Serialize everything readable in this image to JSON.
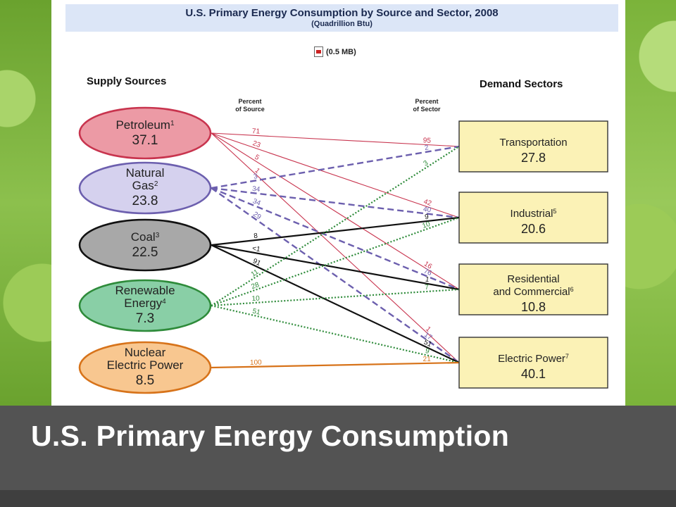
{
  "header": {
    "title": "U.S. Primary Energy Consumption by Source and Sector, 2008",
    "subtitle": "(Quadrillion Btu)",
    "pdf_label": "(0.5 MB)"
  },
  "columns": {
    "supply": "Supply Sources",
    "demand": "Demand Sectors",
    "pct_source": [
      "Percent",
      "of Source"
    ],
    "pct_sector": [
      "Percent",
      "of Sector"
    ]
  },
  "sources": [
    {
      "name": [
        "Petroleum"
      ],
      "sup": "1",
      "value": "37.1",
      "fill": "#ec9aa5",
      "color": "#c8344e"
    },
    {
      "name": [
        "Natural",
        "Gas"
      ],
      "sup": "2",
      "value": "23.8",
      "fill": "#d5d1ee",
      "color": "#6c5fae"
    },
    {
      "name": [
        "Coal"
      ],
      "sup": "3",
      "value": "22.5",
      "fill": "#a8a8a8",
      "color": "#111111"
    },
    {
      "name": [
        "Renewable",
        "Energy"
      ],
      "sup": "4",
      "value": "7.3",
      "fill": "#89cfa6",
      "color": "#2e8b3a"
    },
    {
      "name": [
        "Nuclear",
        "Electric Power"
      ],
      "sup": "",
      "value": "8.5",
      "fill": "#f8c790",
      "color": "#d7731a"
    }
  ],
  "sectors": [
    {
      "name": [
        "Transportation"
      ],
      "sup": "",
      "value": "27.8"
    },
    {
      "name": [
        "Industrial"
      ],
      "sup": "5",
      "value": "20.6"
    },
    {
      "name": [
        "Residential",
        "and Commercial"
      ],
      "sup": "6",
      "value": "10.8"
    },
    {
      "name": [
        "Electric Power"
      ],
      "sup": "7",
      "value": "40.1"
    }
  ],
  "sector_fill": "#fbf2b6",
  "flows": [
    {
      "source": 0,
      "sector": 0,
      "pct_source": "71",
      "pct_sector": "95"
    },
    {
      "source": 0,
      "sector": 1,
      "pct_source": "23",
      "pct_sector": "42"
    },
    {
      "source": 0,
      "sector": 2,
      "pct_source": "5",
      "pct_sector": "16"
    },
    {
      "source": 0,
      "sector": 3,
      "pct_source": "1",
      "pct_sector": "1"
    },
    {
      "source": 1,
      "sector": 0,
      "pct_source": "3",
      "pct_sector": "2"
    },
    {
      "source": 1,
      "sector": 1,
      "pct_source": "34",
      "pct_sector": "40"
    },
    {
      "source": 1,
      "sector": 2,
      "pct_source": "34",
      "pct_sector": "76"
    },
    {
      "source": 1,
      "sector": 3,
      "pct_source": "29",
      "pct_sector": "17"
    },
    {
      "source": 2,
      "sector": 1,
      "pct_source": "8",
      "pct_sector": "9"
    },
    {
      "source": 2,
      "sector": 2,
      "pct_source": "<1",
      "pct_sector": "1"
    },
    {
      "source": 2,
      "sector": 3,
      "pct_source": "91",
      "pct_sector": "51"
    },
    {
      "source": 3,
      "sector": 0,
      "pct_source": "11",
      "pct_sector": "3"
    },
    {
      "source": 3,
      "sector": 1,
      "pct_source": "28",
      "pct_sector": "10"
    },
    {
      "source": 3,
      "sector": 2,
      "pct_source": "10",
      "pct_sector": "7"
    },
    {
      "source": 3,
      "sector": 3,
      "pct_source": "51",
      "pct_sector": "9"
    },
    {
      "source": 4,
      "sector": 3,
      "pct_source": "100",
      "pct_sector": "21"
    }
  ],
  "footer": {
    "title": "U.S. Primary Energy Consumption"
  }
}
